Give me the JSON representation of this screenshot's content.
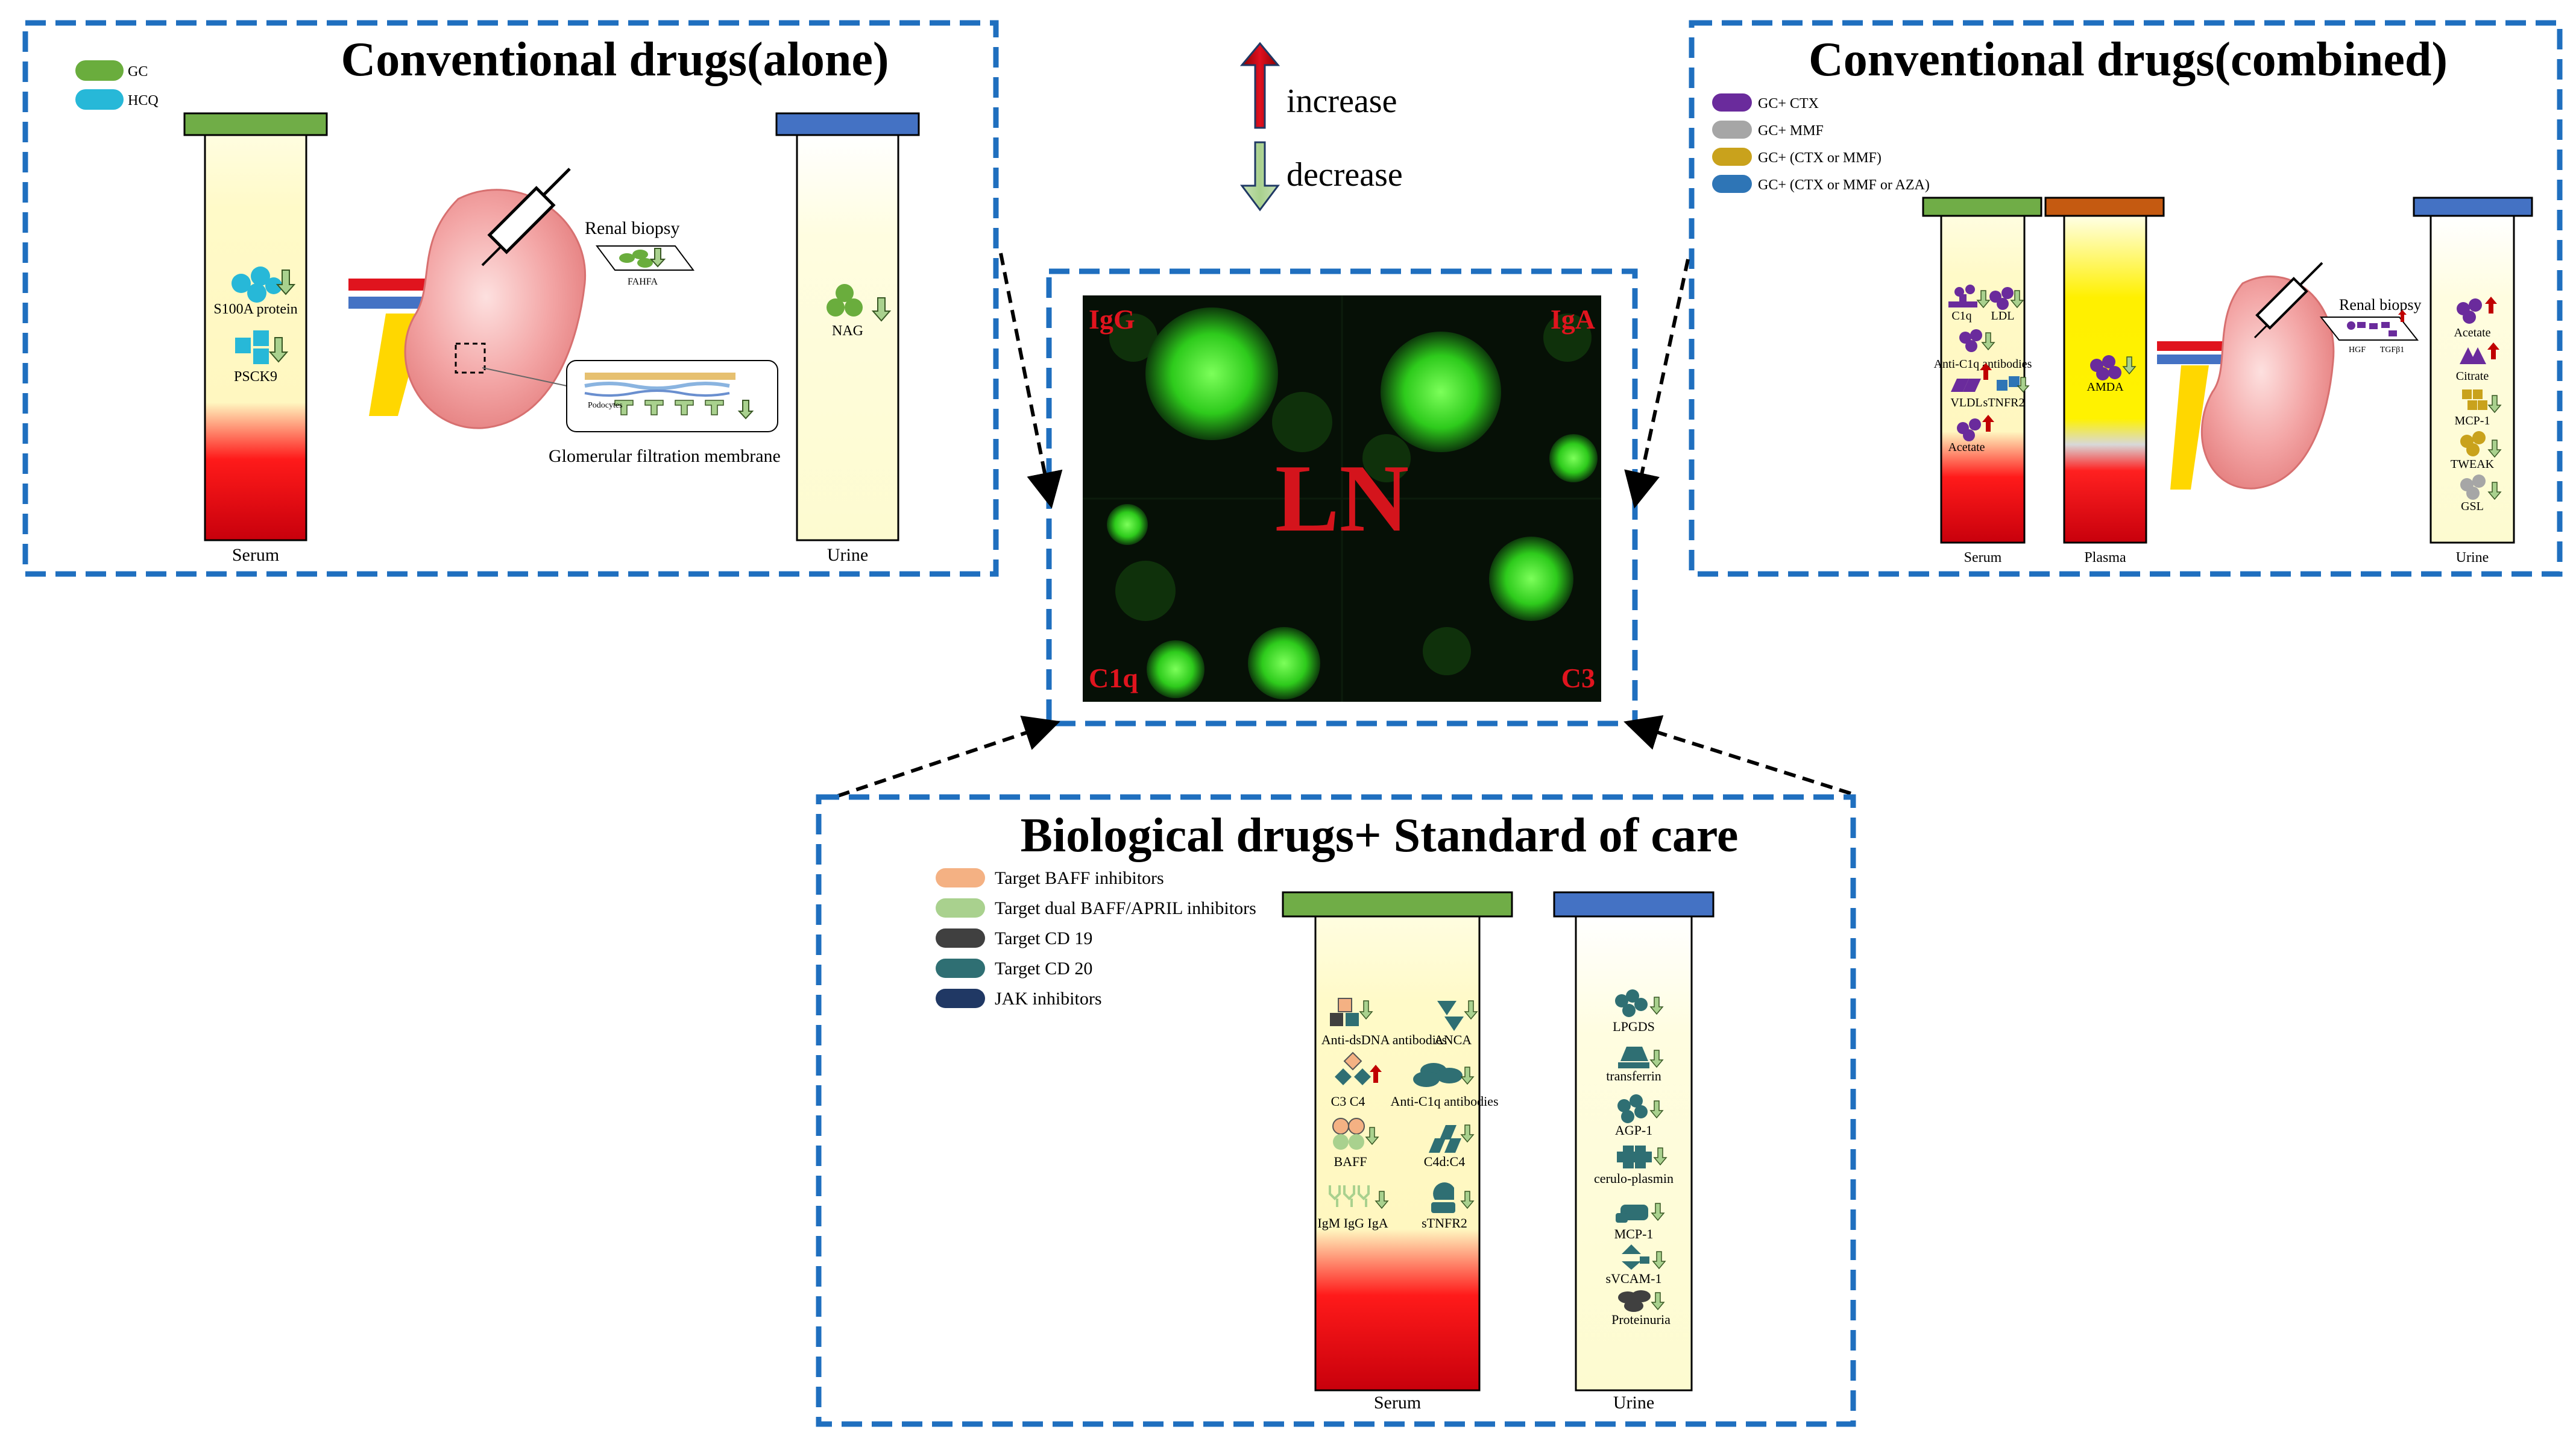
{
  "indicator": {
    "increase": "increase",
    "decrease": "decrease"
  },
  "panel_alone": {
    "title": "Conventional drugs(alone)",
    "legend": [
      {
        "label": "GC",
        "color": "#6aad3d"
      },
      {
        "label": "HCQ",
        "color": "#27b8d8"
      }
    ],
    "serum": {
      "name": "Serum",
      "items": [
        "S100A protein",
        "PSCK9"
      ]
    },
    "urine": {
      "name": "Urine",
      "items": [
        "NAG"
      ]
    },
    "biopsy": {
      "title": "Renal biopsy",
      "item": "FAHFA",
      "membrane": "Glomerular filtration membrane",
      "cell": "Podocytes"
    }
  },
  "panel_combined": {
    "title": "Conventional drugs(combined)",
    "legend": [
      {
        "label": "GC+ CTX",
        "color": "#6a2b9c"
      },
      {
        "label": "GC+ MMF",
        "color": "#a6a6a6"
      },
      {
        "label": "GC+ (CTX or MMF)",
        "color": "#c9a21c"
      },
      {
        "label": "GC+ (CTX or MMF or AZA)",
        "color": "#2e75b6"
      }
    ],
    "serum": {
      "name": "Serum",
      "items": [
        "C1q",
        "LDL",
        "Anti-C1q antibodies",
        "VLDL",
        "sTNFR2",
        "Acetate"
      ]
    },
    "plasma": {
      "name": "Plasma",
      "items": [
        "AMDA"
      ]
    },
    "urine": {
      "name": "Urine",
      "items": [
        "Acetate",
        "Citrate",
        "MCP-1",
        "TWEAK",
        "GSL"
      ]
    },
    "biopsy": {
      "title": "Renal biopsy",
      "items": [
        "HGF",
        "TGFβ1"
      ]
    }
  },
  "center": {
    "label": "LN",
    "quadrants": [
      "IgG",
      "IgA",
      "C1q",
      "C3"
    ]
  },
  "panel_bio": {
    "title": "Biological drugs+ Standard of care",
    "legend": [
      {
        "label": "Target BAFF inhibitors",
        "color": "#f4b183"
      },
      {
        "label": "Target dual BAFF/APRIL inhibitors",
        "color": "#a9d18e"
      },
      {
        "label": "Target CD 19",
        "color": "#404040"
      },
      {
        "label": "Target CD 20",
        "color": "#2f6f73"
      },
      {
        "label": "JAK inhibitors",
        "color": "#203864"
      }
    ],
    "serum": {
      "name": "Serum",
      "items": [
        "Anti-dsDNA antibodies",
        "ANCA",
        "C3 C4",
        "Anti-C1q antibodies",
        "BAFF",
        "C4d:C4",
        "IgM IgG IgA",
        "sTNFR2"
      ]
    },
    "urine": {
      "name": "Urine",
      "items": [
        "LPGDS",
        "transferrin",
        "AGP-1",
        "cerulo-plasmin",
        "MCP-1",
        "sVCAM-1",
        "Proteinuria"
      ]
    }
  }
}
